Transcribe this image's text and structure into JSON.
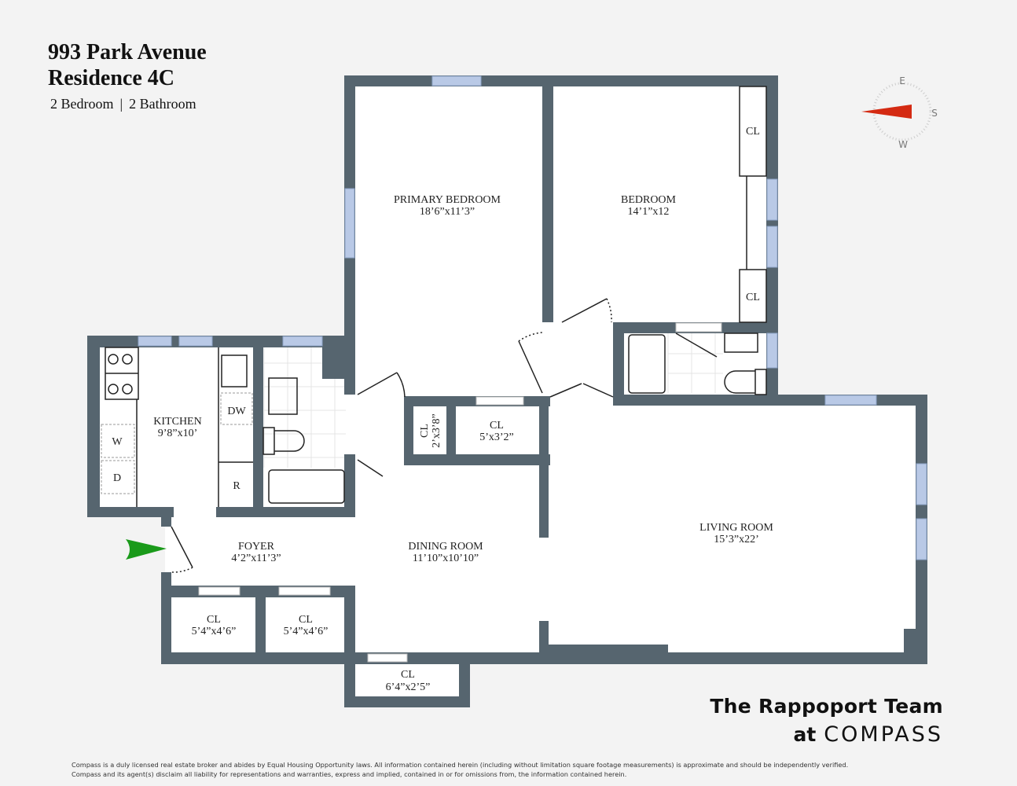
{
  "header": {
    "address": "993 Park Avenue",
    "residence": "Residence 4C",
    "bedrooms": "2 Bedroom",
    "separator": "|",
    "bathrooms": "2 Bathroom"
  },
  "rooms": {
    "primary_bedroom": {
      "name": "PRIMARY BEDROOM",
      "size": "18’6”x11’3”"
    },
    "bedroom": {
      "name": "BEDROOM",
      "size": "14’1”x12"
    },
    "kitchen": {
      "name": "KITCHEN",
      "size": "9’8”x10’"
    },
    "foyer": {
      "name": "FOYER",
      "size": "4’2”x11’3”"
    },
    "dining_room": {
      "name": "DINING ROOM",
      "size": "11’10”x10’10”"
    },
    "living_room": {
      "name": "LIVING ROOM",
      "size": "15’3”x22’"
    },
    "cl_bed_top": {
      "name": "CL"
    },
    "cl_bed_bottom": {
      "name": "CL"
    },
    "cl_hall_small": {
      "name": "CL",
      "size": "2’x3’8”"
    },
    "cl_hall": {
      "name": "CL",
      "size": "5’x3’2”"
    },
    "cl_foyer_1": {
      "name": "CL",
      "size": "5’4”x4’6”"
    },
    "cl_foyer_2": {
      "name": "CL",
      "size": "5’4”x4’6”"
    },
    "cl_bottom": {
      "name": "CL",
      "size": "6’4”x2’5”"
    }
  },
  "appliances": {
    "dishwasher": "DW",
    "washer": "W",
    "dryer": "D",
    "refrigerator": "R"
  },
  "compass": {
    "e": "E",
    "s": "S",
    "w": "W"
  },
  "brand": {
    "team": "The Rappoport Team",
    "at": "at",
    "logo": "COMPASS"
  },
  "disclaimer": {
    "line1": "Compass is a duly licensed real estate broker and abides by Equal Housing Opportunity laws.  All information contained herein (including without limitation square footage measurements) is approximate and should be independently verified.",
    "line2": "Compass and its agent(s) disclaim all liability for representations and warranties, express and implied, contained in or for omissions from, the information contained herein."
  },
  "colors": {
    "wall": "#56656f",
    "window": "#b9c9e6",
    "entry_arrow": "#1a9a1a",
    "north_needle": "#d42a12"
  }
}
